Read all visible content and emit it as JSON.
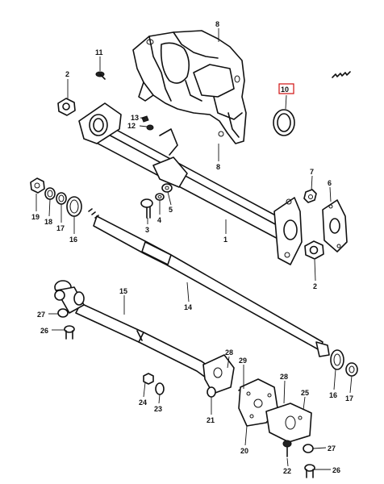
{
  "callouts": [
    {
      "id": "c8a",
      "text": "8"
    },
    {
      "id": "c11",
      "text": "11"
    },
    {
      "id": "c2a",
      "text": "2"
    },
    {
      "id": "c10",
      "text": "10"
    },
    {
      "id": "c13",
      "text": "13"
    },
    {
      "id": "c12",
      "text": "12"
    },
    {
      "id": "c8b",
      "text": "8"
    },
    {
      "id": "c7",
      "text": "7"
    },
    {
      "id": "c6",
      "text": "6"
    },
    {
      "id": "c5",
      "text": "5"
    },
    {
      "id": "c4",
      "text": "4"
    },
    {
      "id": "c3",
      "text": "3"
    },
    {
      "id": "c19",
      "text": "19"
    },
    {
      "id": "c18",
      "text": "18"
    },
    {
      "id": "c17a",
      "text": "17"
    },
    {
      "id": "c16a",
      "text": "16"
    },
    {
      "id": "c1",
      "text": "1"
    },
    {
      "id": "c2b",
      "text": "2"
    },
    {
      "id": "c15",
      "text": "15"
    },
    {
      "id": "c14",
      "text": "14"
    },
    {
      "id": "c27a",
      "text": "27"
    },
    {
      "id": "c26a",
      "text": "26"
    },
    {
      "id": "c28a",
      "text": "28"
    },
    {
      "id": "c29",
      "text": "29"
    },
    {
      "id": "c24",
      "text": "24"
    },
    {
      "id": "c23",
      "text": "23"
    },
    {
      "id": "c21",
      "text": "21"
    },
    {
      "id": "c20",
      "text": "20"
    },
    {
      "id": "c16b",
      "text": "16"
    },
    {
      "id": "c17b",
      "text": "17"
    },
    {
      "id": "c28b",
      "text": "28"
    },
    {
      "id": "c25",
      "text": "25"
    },
    {
      "id": "c27b",
      "text": "27"
    },
    {
      "id": "c22",
      "text": "22"
    },
    {
      "id": "c26b",
      "text": "26"
    }
  ],
  "highlight": {
    "callout": "c10",
    "color": "#d01010"
  }
}
